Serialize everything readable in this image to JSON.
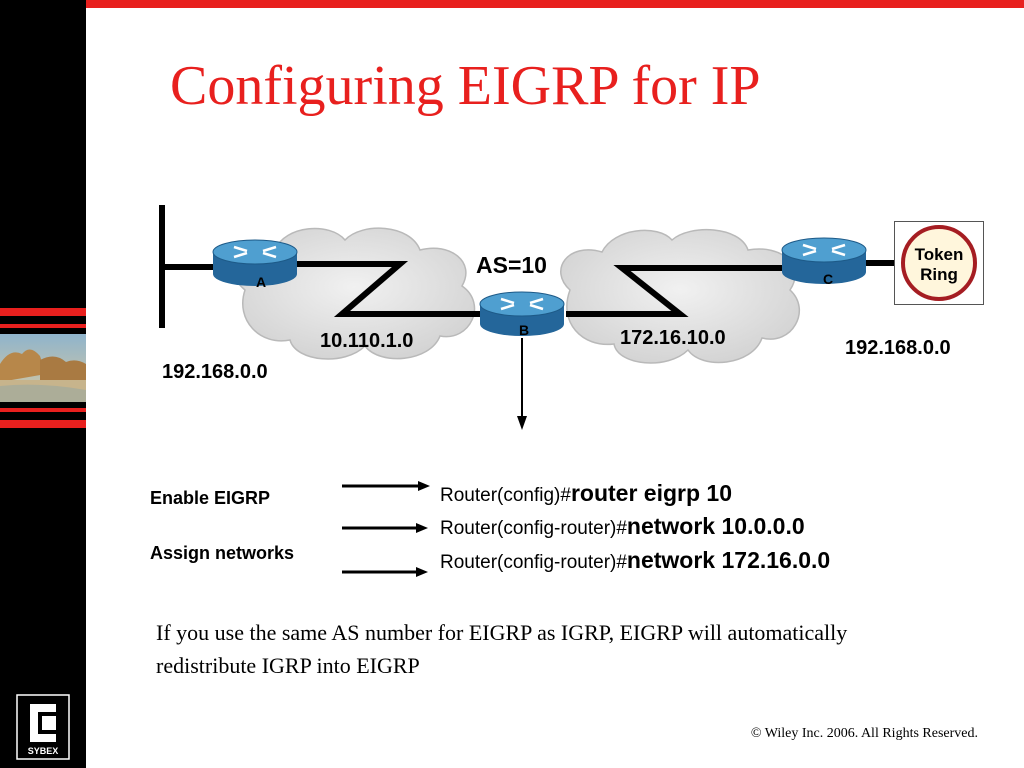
{
  "slide": {
    "title": "Configuring EIGRP for IP",
    "footer": "© Wiley Inc. 2006. All Rights Reserved.",
    "logo_text": "SYBEX",
    "colors": {
      "accent": "#e8201e",
      "router": "#2f7fb5",
      "sidebar": "#000000"
    }
  },
  "diagram": {
    "as_label": "AS=10",
    "routers": [
      {
        "id": "A",
        "icon": "router-icon"
      },
      {
        "id": "B",
        "icon": "router-icon"
      },
      {
        "id": "C",
        "icon": "router-icon"
      }
    ],
    "networks": {
      "left_lan": "192.168.0.0",
      "link_ab": "10.110.1.0",
      "link_bc": "172.16.10.0",
      "right_lan": "192.168.0.0"
    },
    "token_ring": {
      "line1": "Token",
      "line2": "Ring"
    }
  },
  "config": {
    "labels": {
      "enable": "Enable EIGRP",
      "assign": "Assign networks"
    },
    "commands": [
      {
        "prompt": "Router(config)#",
        "command": "router eigrp 10"
      },
      {
        "prompt": "Router(config-router)#",
        "command": "network 10.0.0.0"
      },
      {
        "prompt": "Router(config-router)#",
        "command": "network 172.16.0.0"
      }
    ]
  },
  "note": "If you use the same AS number for EIGRP as IGRP, EIGRP will automatically redistribute IGRP into EIGRP"
}
